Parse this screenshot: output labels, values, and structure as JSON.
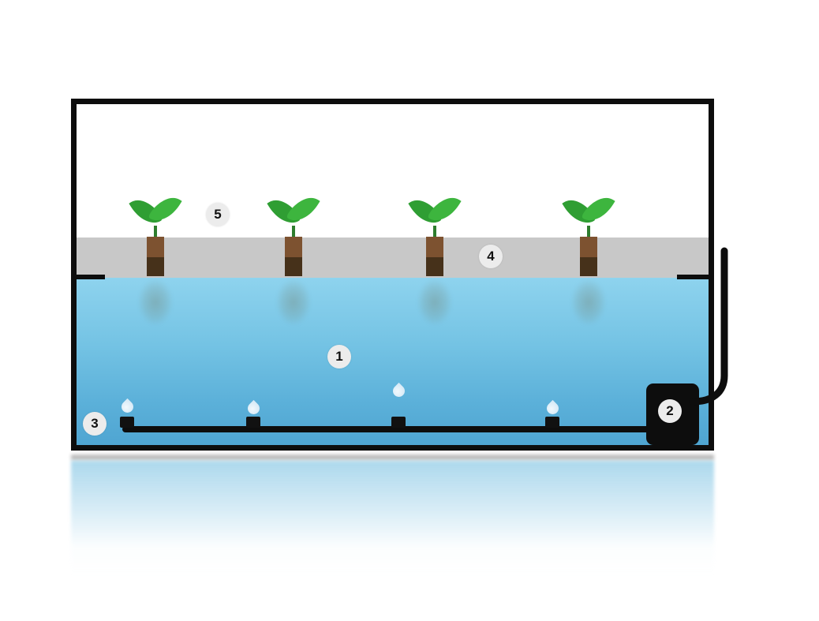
{
  "labels": {
    "water": "1",
    "pump": "2",
    "air_line": "3",
    "raft": "4",
    "plant": "5"
  },
  "colors": {
    "water_top": "#8ed3ee",
    "water_bottom": "#4fa5d2",
    "raft": "#c8c8c8",
    "tank_border": "#0d0d0d",
    "pot_top": "#7d5230",
    "pot_bottom": "#46311a",
    "leaf_left": "#2f9e33",
    "leaf_right": "#3db53e",
    "pump": "#0d0d0d",
    "label_background": "#ececec",
    "bubble": "#dcedf8"
  }
}
